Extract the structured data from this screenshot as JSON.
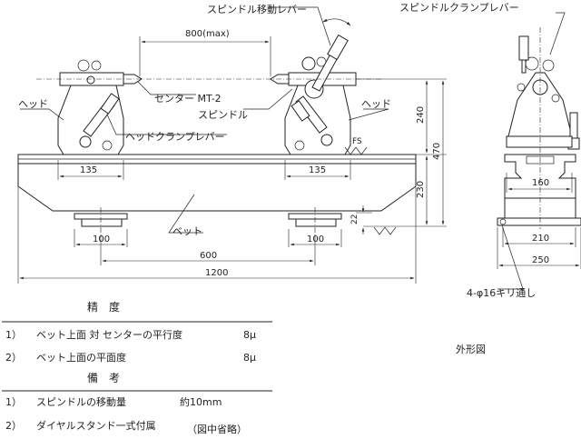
{
  "labels": {
    "lever_move": "スピンドル移動レバー",
    "spindle_clamp_lever": "スピンドルクランプレバー",
    "max_span": "800(max)",
    "center": "センター  MT-2",
    "spindle": "スピンドル",
    "head_left": "ヘッド",
    "head_right": "ヘッド",
    "head_clamp_lever": "ヘッドクランプレバー",
    "bed": "ベット",
    "fs": "FS",
    "holes": "4-φ16キリ通し",
    "outline_title": "外形図"
  },
  "dimensions": {
    "head_w_left": "135",
    "head_w_right": "135",
    "foot_left": "100",
    "foot_right": "100",
    "foot_pitch": "600",
    "bed_length": "1200",
    "h_240": "240",
    "h_230": "230",
    "h_470": "470",
    "h_22": "22",
    "side_160": "160",
    "side_210": "210",
    "side_250": "250"
  },
  "accuracy": {
    "heading": "精　度",
    "items": [
      {
        "num": "1）",
        "text": "ベット上面  対  センターの平行度",
        "value": "8μ"
      },
      {
        "num": "2）",
        "text": "ベット上面の平面度",
        "value": "8μ"
      }
    ]
  },
  "remarks": {
    "heading": "備　考",
    "items": [
      {
        "num": "1）",
        "text": "スピンドルの移動量",
        "value": "約10mm"
      },
      {
        "num": "2）",
        "text": "ダイヤルスタンド一式付属",
        "value": "（図中省略）"
      }
    ]
  }
}
